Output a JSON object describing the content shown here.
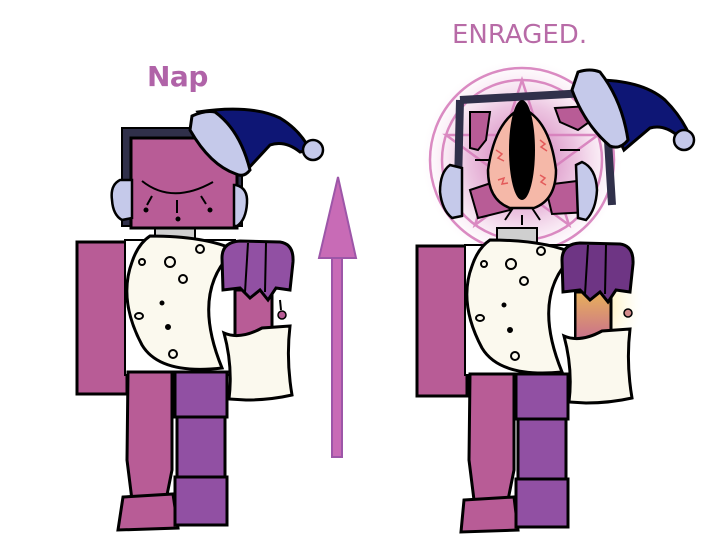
{
  "labels": {
    "left_state": "Nap",
    "right_state": "ENRAGED."
  },
  "colors": {
    "label": "#b063a8",
    "skin_pink": "#b85c96",
    "purple_legs": "#9150a3",
    "dark_purple": "#6e3584",
    "hat_blue": "#0e1675",
    "hat_trim": "#c5c9ea",
    "cream": "#fbf9ee",
    "frame_dark": "#30304a",
    "arrow": "#c86bb6",
    "arrow_outline": "#9d56a8",
    "summon_circle": "#d77fbc",
    "face_eye": "#f5b8a8"
  },
  "figures": [
    {
      "name": "nap-character",
      "state": "Nap",
      "eyes": "closed"
    },
    {
      "name": "enraged-character",
      "state": "ENRAGED.",
      "eyes": "single-slit",
      "aura": "pentagram-circle"
    }
  ],
  "arrow": {
    "direction": "up"
  }
}
